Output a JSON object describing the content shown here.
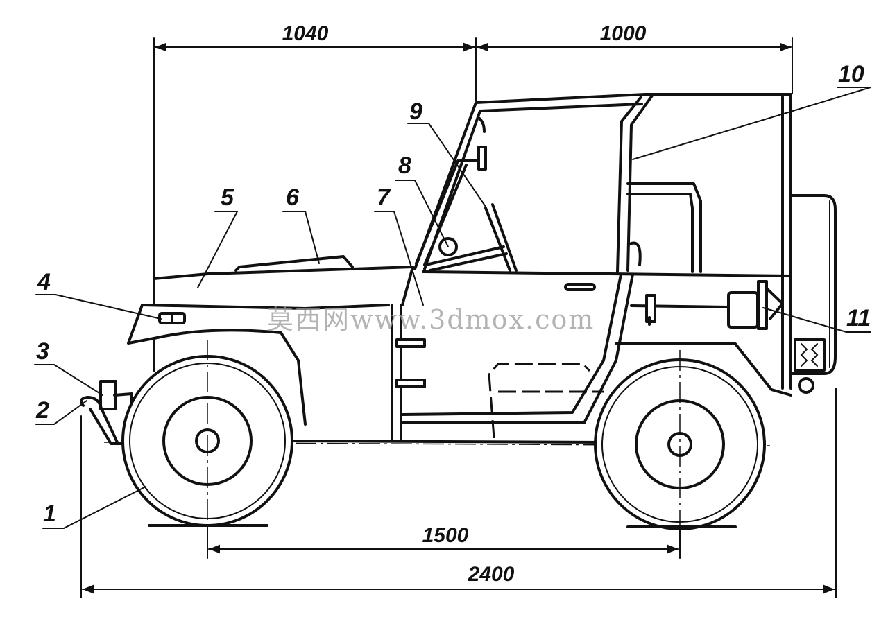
{
  "dimensions": {
    "d1040": "1040",
    "d1000": "1000",
    "d1500": "1500",
    "d2400": "2400"
  },
  "callouts": [
    "1",
    "2",
    "3",
    "4",
    "5",
    "6",
    "7",
    "8",
    "9",
    "10",
    "11"
  ],
  "watermark": "莫西网www.3dmox.com"
}
